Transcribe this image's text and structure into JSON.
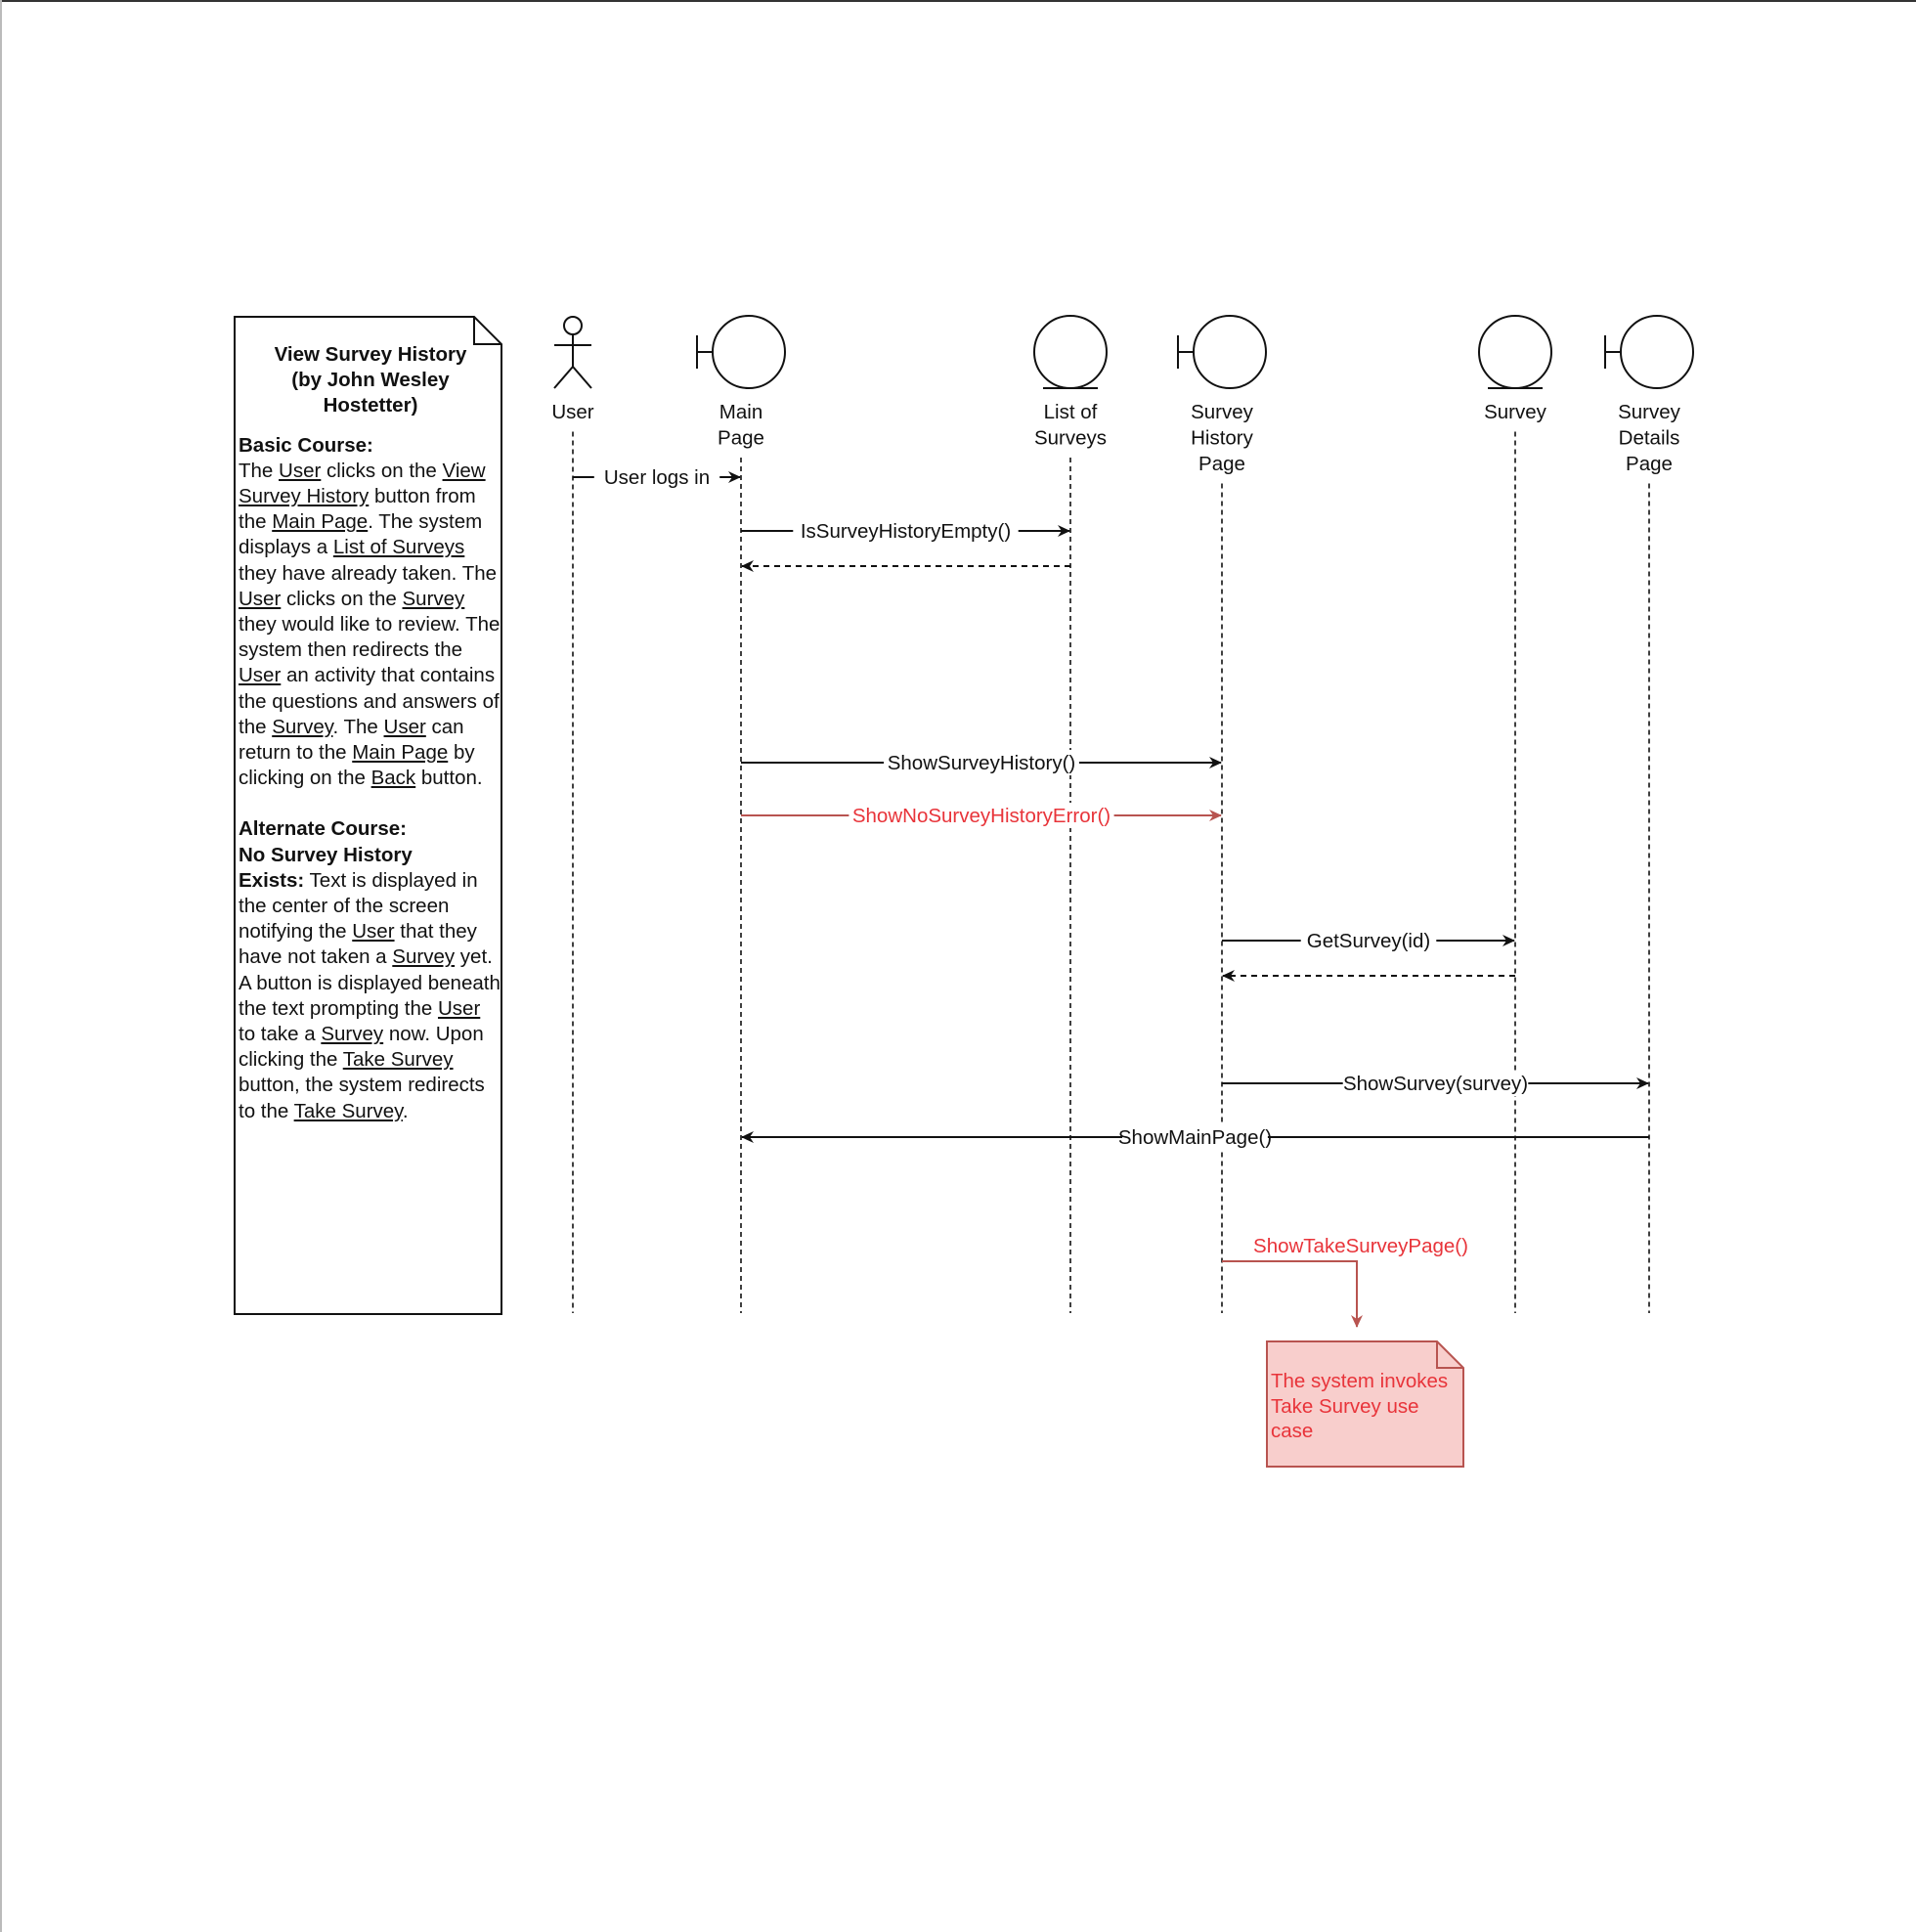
{
  "note": {
    "title_line1": "View Survey History",
    "title_line2": "(by John Wesley",
    "title_line3": "Hostetter)",
    "basic_heading": "Basic Course:",
    "basic": [
      {
        "t": "The "
      },
      {
        "t": "User",
        "u": true
      },
      {
        "t": " clicks on the "
      },
      {
        "t": "View Survey History",
        "u": true
      },
      {
        "t": " button from the "
      },
      {
        "t": "Main Page",
        "u": true
      },
      {
        "t": ". The system displays a "
      },
      {
        "t": "List of Surveys",
        "u": true
      },
      {
        "t": " they have already taken. The "
      },
      {
        "t": "User",
        "u": true
      },
      {
        "t": " clicks on the "
      },
      {
        "t": "Survey",
        "u": true
      },
      {
        "t": " they would like to review. The system then redirects the "
      },
      {
        "t": "User",
        "u": true
      },
      {
        "t": " an activity that contains the questions and answers of the "
      },
      {
        "t": "Survey",
        "u": true
      },
      {
        "t": ". The "
      },
      {
        "t": "User",
        "u": true
      },
      {
        "t": " can return to the "
      },
      {
        "t": "Main Page",
        "u": true
      },
      {
        "t": " by clicking on the "
      },
      {
        "t": "Back",
        "u": true
      },
      {
        "t": " button."
      }
    ],
    "alt_heading_line1": "Alternate Course:",
    "alt_heading_line2": "No Survey History",
    "alt_heading_line3": "Exists:",
    "alt": [
      {
        "t": " Text is displayed in the center of the screen notifying the "
      },
      {
        "t": "User",
        "u": true
      },
      {
        "t": " that they have not taken a "
      },
      {
        "t": "Survey",
        "u": true
      },
      {
        "t": " yet. A button is displayed beneath the text prompting the "
      },
      {
        "t": "User",
        "u": true
      },
      {
        "t": " to take a "
      },
      {
        "t": "Survey",
        "u": true
      },
      {
        "t": " now. Upon clicking the "
      },
      {
        "t": "Take Survey",
        "u": true
      },
      {
        "t": " button, the system redirects to the "
      },
      {
        "t": "Take Survey",
        "u": true
      },
      {
        "t": "."
      }
    ]
  },
  "lifelines": [
    {
      "id": "user",
      "label": [
        "User"
      ],
      "kind": "actor"
    },
    {
      "id": "main",
      "label": [
        "Main",
        "Page"
      ],
      "kind": "boundary"
    },
    {
      "id": "list",
      "label": [
        "List of",
        "Surveys"
      ],
      "kind": "entity"
    },
    {
      "id": "history",
      "label": [
        "Survey",
        "History",
        "Page"
      ],
      "kind": "boundary"
    },
    {
      "id": "survey",
      "label": [
        "Survey"
      ],
      "kind": "entity"
    },
    {
      "id": "details",
      "label": [
        "Survey",
        "Details",
        "Page"
      ],
      "kind": "boundary"
    }
  ],
  "messages": [
    {
      "from": "user",
      "to": "main",
      "label": "User logs in",
      "style": "solid"
    },
    {
      "from": "main",
      "to": "list",
      "label": "IsSurveyHistoryEmpty()",
      "style": "solid"
    },
    {
      "from": "list",
      "to": "main",
      "label": "",
      "style": "dashed"
    },
    {
      "from": "main",
      "to": "history",
      "label": "ShowSurveyHistory()",
      "style": "solid"
    },
    {
      "from": "main",
      "to": "history",
      "label": "ShowNoSurveyHistoryError()",
      "style": "solid",
      "color": "#b85450",
      "text_color": "#e8343a"
    },
    {
      "from": "history",
      "to": "survey",
      "label": "GetSurvey(id)",
      "style": "solid"
    },
    {
      "from": "survey",
      "to": "history",
      "label": "",
      "style": "dashed"
    },
    {
      "from": "history",
      "to": "details",
      "label": "ShowSurvey(survey)",
      "style": "solid"
    },
    {
      "from": "details",
      "to": "main",
      "label": "ShowMainPage()",
      "style": "solid"
    }
  ],
  "self_call": {
    "from": "history",
    "label": "ShowTakeSurveyPage()",
    "color": "#b85450",
    "text_color": "#e8343a"
  },
  "red_note": {
    "text": "The system invokes Take Survey use case",
    "fill": "#f8cecc",
    "stroke": "#b85450",
    "text_color": "#e8343a"
  },
  "colors": {
    "line": "#111111",
    "alt": "#b85450",
    "alt_text": "#e8343a"
  }
}
